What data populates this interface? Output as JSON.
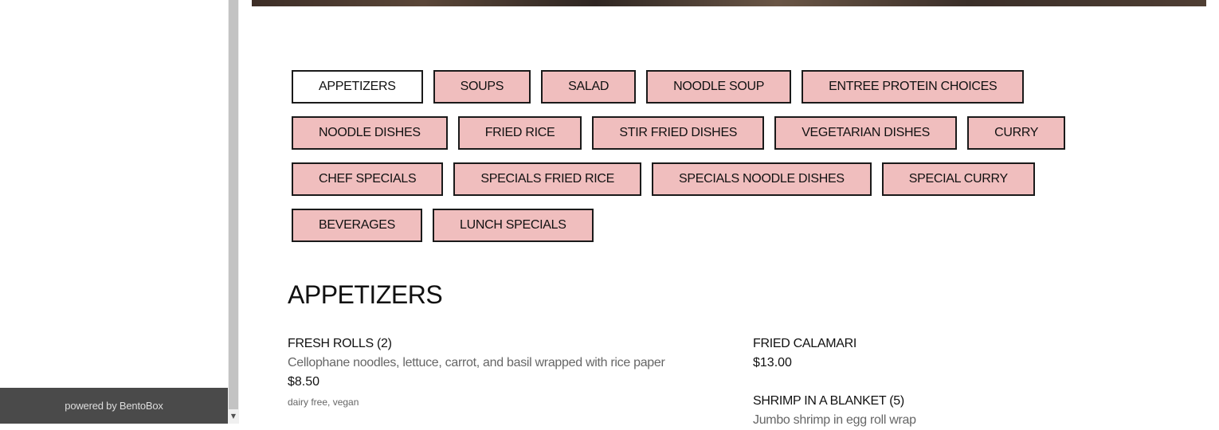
{
  "footer": {
    "powered_by": "powered by BentoBox"
  },
  "categories": [
    [
      "APPETIZERS",
      "SOUPS",
      "SALAD",
      "NOODLE SOUP",
      "ENTREE PROTEIN CHOICES"
    ],
    [
      "NOODLE DISHES",
      "FRIED RICE",
      "STIR FRIED DISHES",
      "VEGETARIAN DISHES",
      "CURRY"
    ],
    [
      "CHEF SPECIALS",
      "SPECIALS FRIED RICE",
      "SPECIALS NOODLE DISHES",
      "SPECIAL CURRY"
    ],
    [
      "BEVERAGES",
      "LUNCH SPECIALS"
    ]
  ],
  "active_category": "APPETIZERS",
  "section": {
    "title": "APPETIZERS"
  },
  "items": {
    "fresh_rolls": {
      "name": "FRESH ROLLS (2)",
      "description": "Cellophane noodles, lettuce, carrot, and basil wrapped with rice paper",
      "price": "$8.50",
      "tags": "dairy free, vegan"
    },
    "fried_calamari": {
      "name": "FRIED CALAMARI",
      "price": "$13.00"
    },
    "shrimp_blanket": {
      "name": "SHRIMP IN A BLANKET (5)",
      "description": "Jumbo shrimp in egg roll wrap"
    }
  },
  "colors": {
    "category_bg": "#f0bebe",
    "category_active_bg": "#ffffff",
    "footer_bg": "#4a4a4a"
  }
}
